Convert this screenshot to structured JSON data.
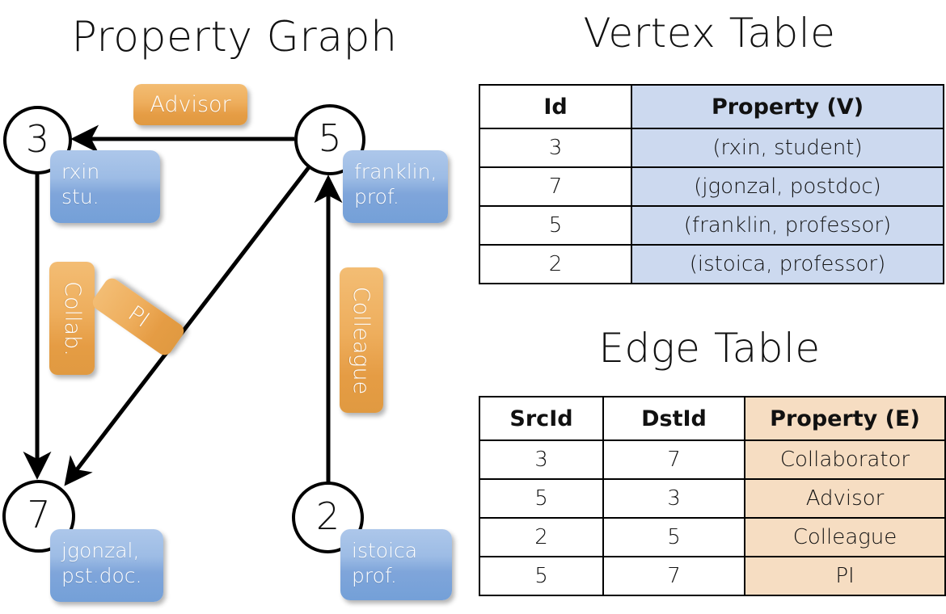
{
  "titles": {
    "graph": "Property Graph",
    "vertex_table": "Vertex Table",
    "edge_table": "Edge Table"
  },
  "graph": {
    "nodes": [
      {
        "id": "3",
        "prop_line1": "rxin",
        "prop_line2": "stu."
      },
      {
        "id": "5",
        "prop_line1": "franklin,",
        "prop_line2": "prof."
      },
      {
        "id": "7",
        "prop_line1": "jgonzal,",
        "prop_line2": "pst.doc."
      },
      {
        "id": "2",
        "prop_line1": "istoica",
        "prop_line2": "prof."
      }
    ],
    "edge_labels": [
      {
        "text": "Advisor"
      },
      {
        "text": "Collab."
      },
      {
        "text": "PI"
      },
      {
        "text": "Colleague"
      }
    ],
    "colors": {
      "vertex_box_top": "#adc7ea",
      "vertex_box_bottom": "#74a0d8",
      "edge_label_top": "#f3bd74",
      "edge_label_bottom": "#e09a41",
      "stroke": "#000000"
    }
  },
  "vertex_table": {
    "headers": [
      "Id",
      "Property (V)"
    ],
    "rows": [
      [
        "3",
        "(rxin, student)"
      ],
      [
        "7",
        "(jgonzal, postdoc)"
      ],
      [
        "5",
        "(franklin, professor)"
      ],
      [
        "2",
        "(istoica, professor)"
      ]
    ],
    "property_fill": "#ccd9ef"
  },
  "edge_table": {
    "headers": [
      "SrcId",
      "DstId",
      "Property (E)"
    ],
    "rows": [
      [
        "3",
        "7",
        "Collaborator"
      ],
      [
        "5",
        "3",
        "Advisor"
      ],
      [
        "2",
        "5",
        "Colleague"
      ],
      [
        "5",
        "7",
        "PI"
      ]
    ],
    "property_fill": "#f6ddc2"
  }
}
